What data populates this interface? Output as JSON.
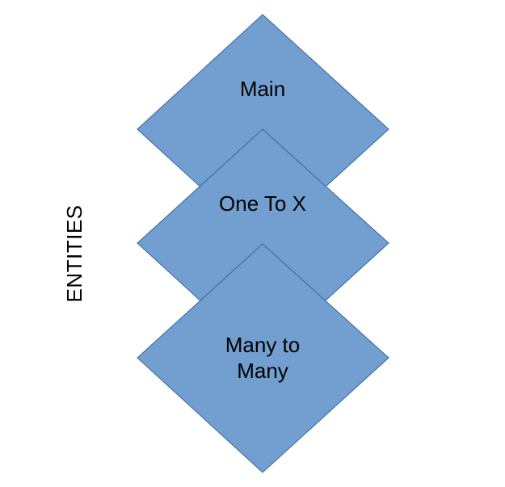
{
  "diagram": {
    "side_label": "ENTITIES",
    "fill_color": "#729fcf",
    "stroke_color": "#3465a4",
    "text_color": "#000000",
    "nodes": [
      {
        "id": "main",
        "lines": [
          "Main"
        ]
      },
      {
        "id": "one-to-x",
        "lines": [
          "One To X"
        ]
      },
      {
        "id": "many-to-many",
        "lines": [
          "Many to",
          "Many"
        ]
      }
    ]
  }
}
